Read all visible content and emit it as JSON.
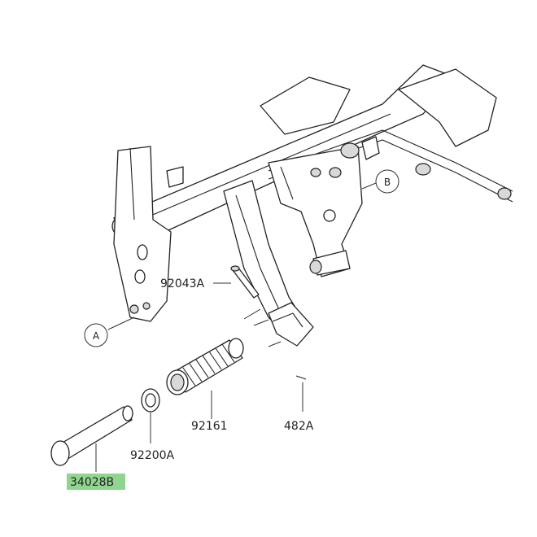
{
  "diagram": {
    "highlight_color": "#8fd58f",
    "parts": [
      {
        "id": "p92043A",
        "label": "92043A"
      },
      {
        "id": "p92161",
        "label": "92161"
      },
      {
        "id": "p482A",
        "label": "482A"
      },
      {
        "id": "p92200A",
        "label": "92200A"
      },
      {
        "id": "p34028B",
        "label": "34028B",
        "highlighted": true
      }
    ],
    "callouts": [
      {
        "id": "A",
        "label": "A"
      },
      {
        "id": "B",
        "label": "B"
      }
    ]
  }
}
